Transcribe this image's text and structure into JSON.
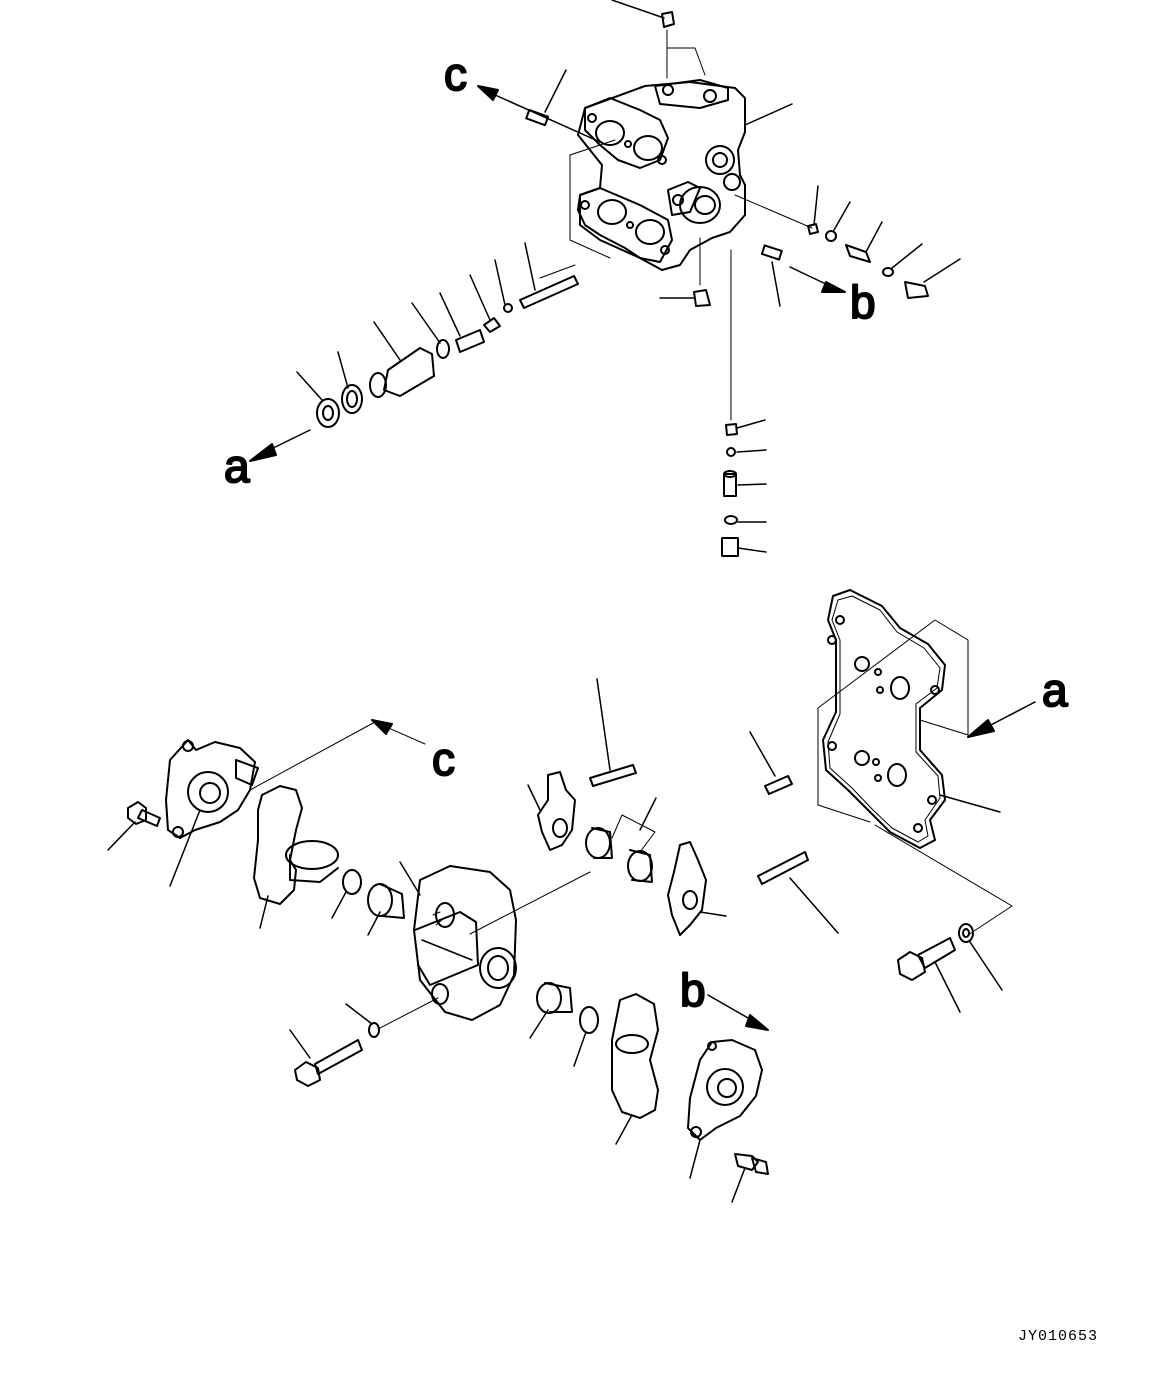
{
  "diagram": {
    "callouts": {
      "a_top": "a",
      "b_top": "b",
      "c_top": "c",
      "a_bottom": "a",
      "b_bottom": "b",
      "c_bottom": "c"
    },
    "figure_code": "JY010653"
  }
}
